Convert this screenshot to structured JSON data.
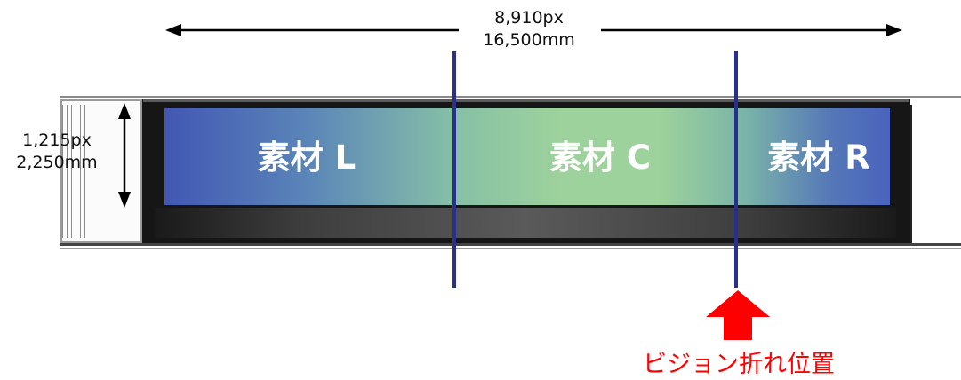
{
  "dimensions": {
    "width_px": "8,910px",
    "width_mm": "16,500mm",
    "height_px": "1,215px",
    "height_mm": "2,250mm"
  },
  "panels": [
    {
      "label": "素材 L"
    },
    {
      "label": "素材 C"
    },
    {
      "label": "素材 R"
    }
  ],
  "fold_marker": {
    "label": "ビジョン折れ位置",
    "color": "#ff0000"
  },
  "colors": {
    "divider": "#28308c",
    "vision_left": "#4257b3",
    "vision_center": "#9ed29c",
    "vision_right": "#4a63bd"
  }
}
